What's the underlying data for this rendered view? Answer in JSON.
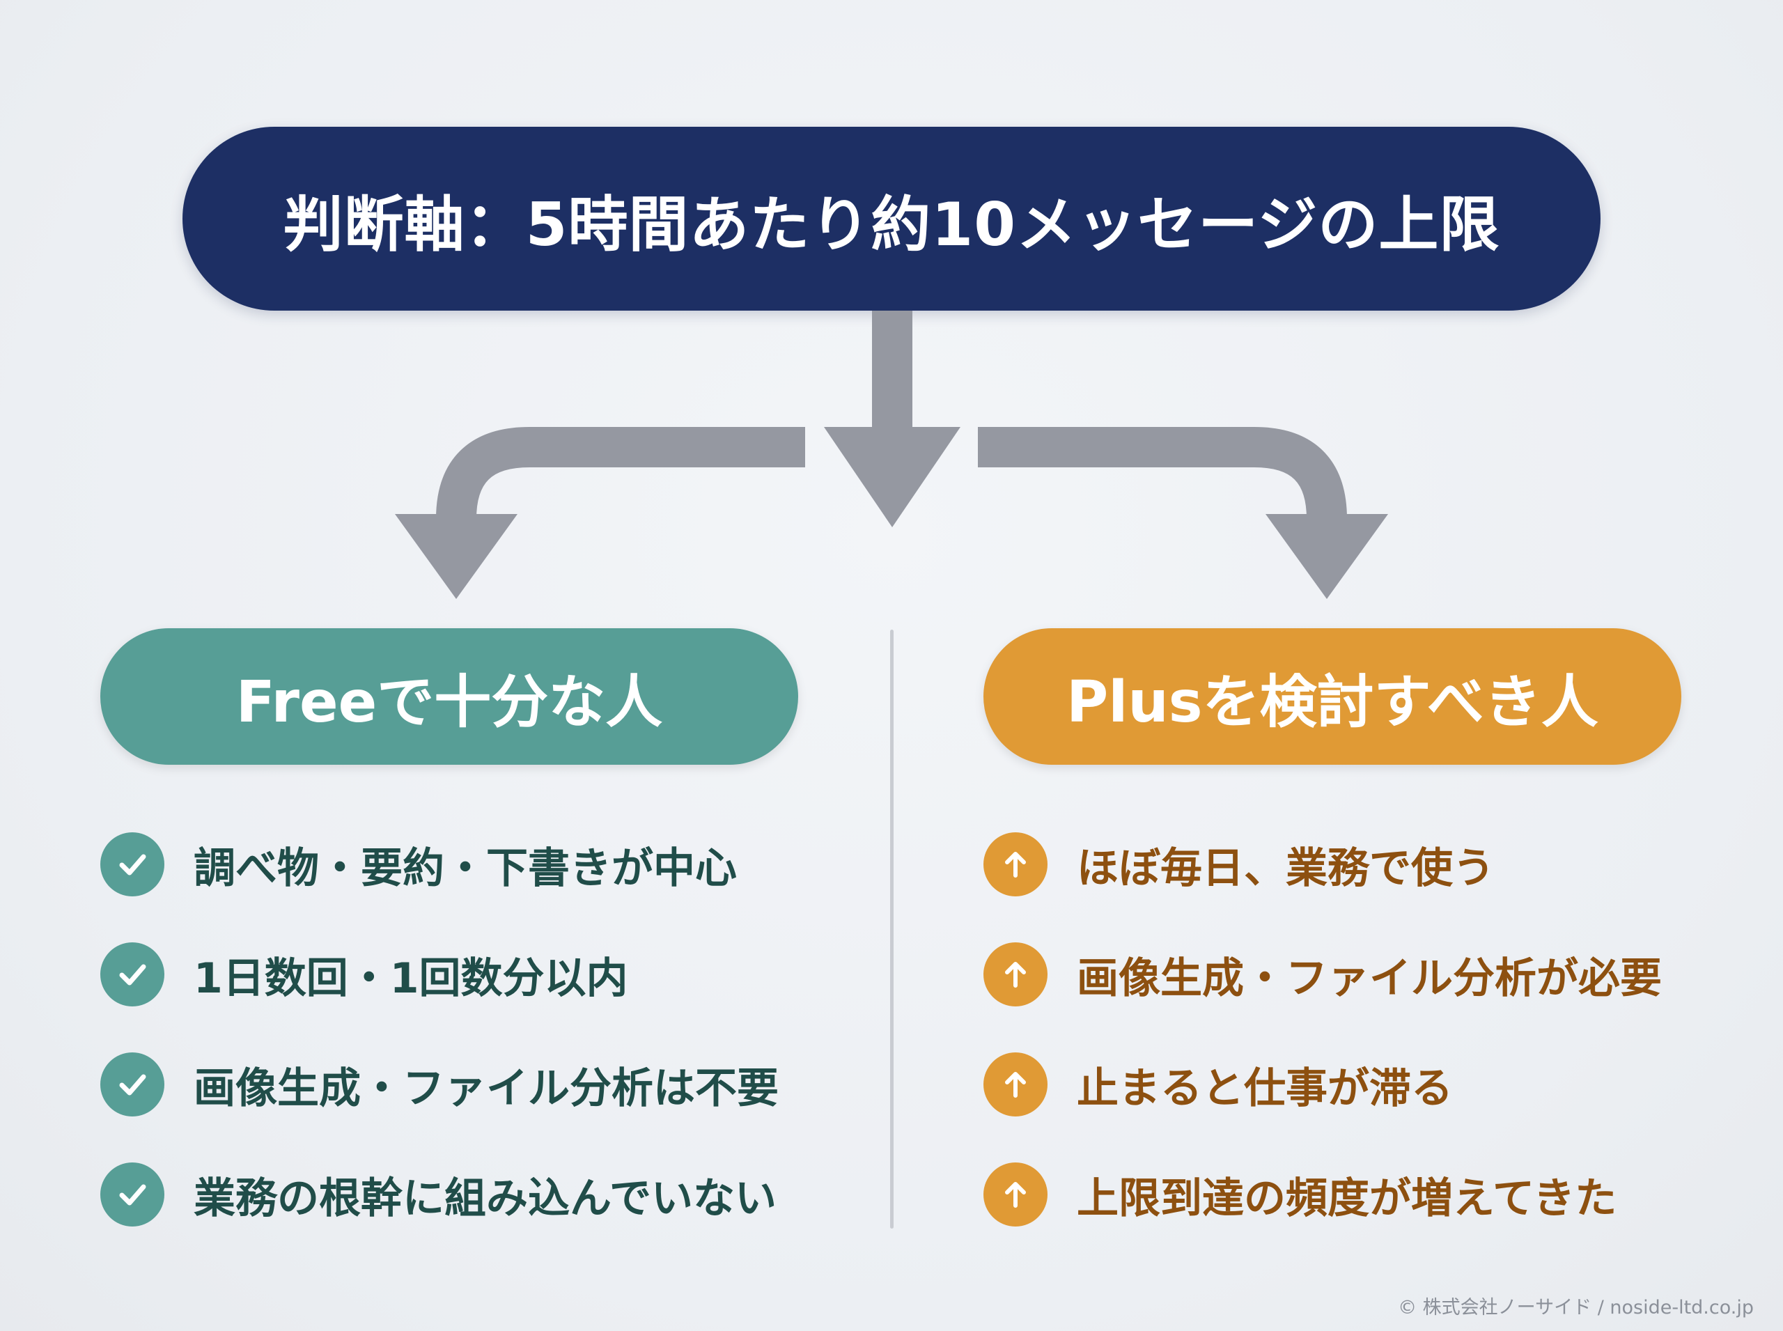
{
  "header": {
    "title": "判断軸：5時間あたり約10メッセージの上限"
  },
  "free": {
    "title": "Freeで十分な人",
    "items": [
      "調べ物・要約・下書きが中心",
      "1日数回・1回数分以内",
      "画像生成・ファイル分析は不要",
      "業務の根幹に組み込んでいない"
    ]
  },
  "plus": {
    "title": "Plusを検討すべき人",
    "items": [
      "ほぼ毎日、業務で使う",
      "画像生成・ファイル分析が必要",
      "止まると仕事が滞る",
      "上限到達の頻度が増えてきた"
    ]
  },
  "footer": {
    "copyright": "© 株式会社ノーサイド / noside-ltd.co.jp"
  },
  "colors": {
    "header": "#1d2f64",
    "free": "#579e96",
    "plus": "#e09a35",
    "arrow": "#9598a1"
  },
  "icons": {
    "free_item": "check-icon",
    "plus_item": "arrow-up-icon"
  }
}
